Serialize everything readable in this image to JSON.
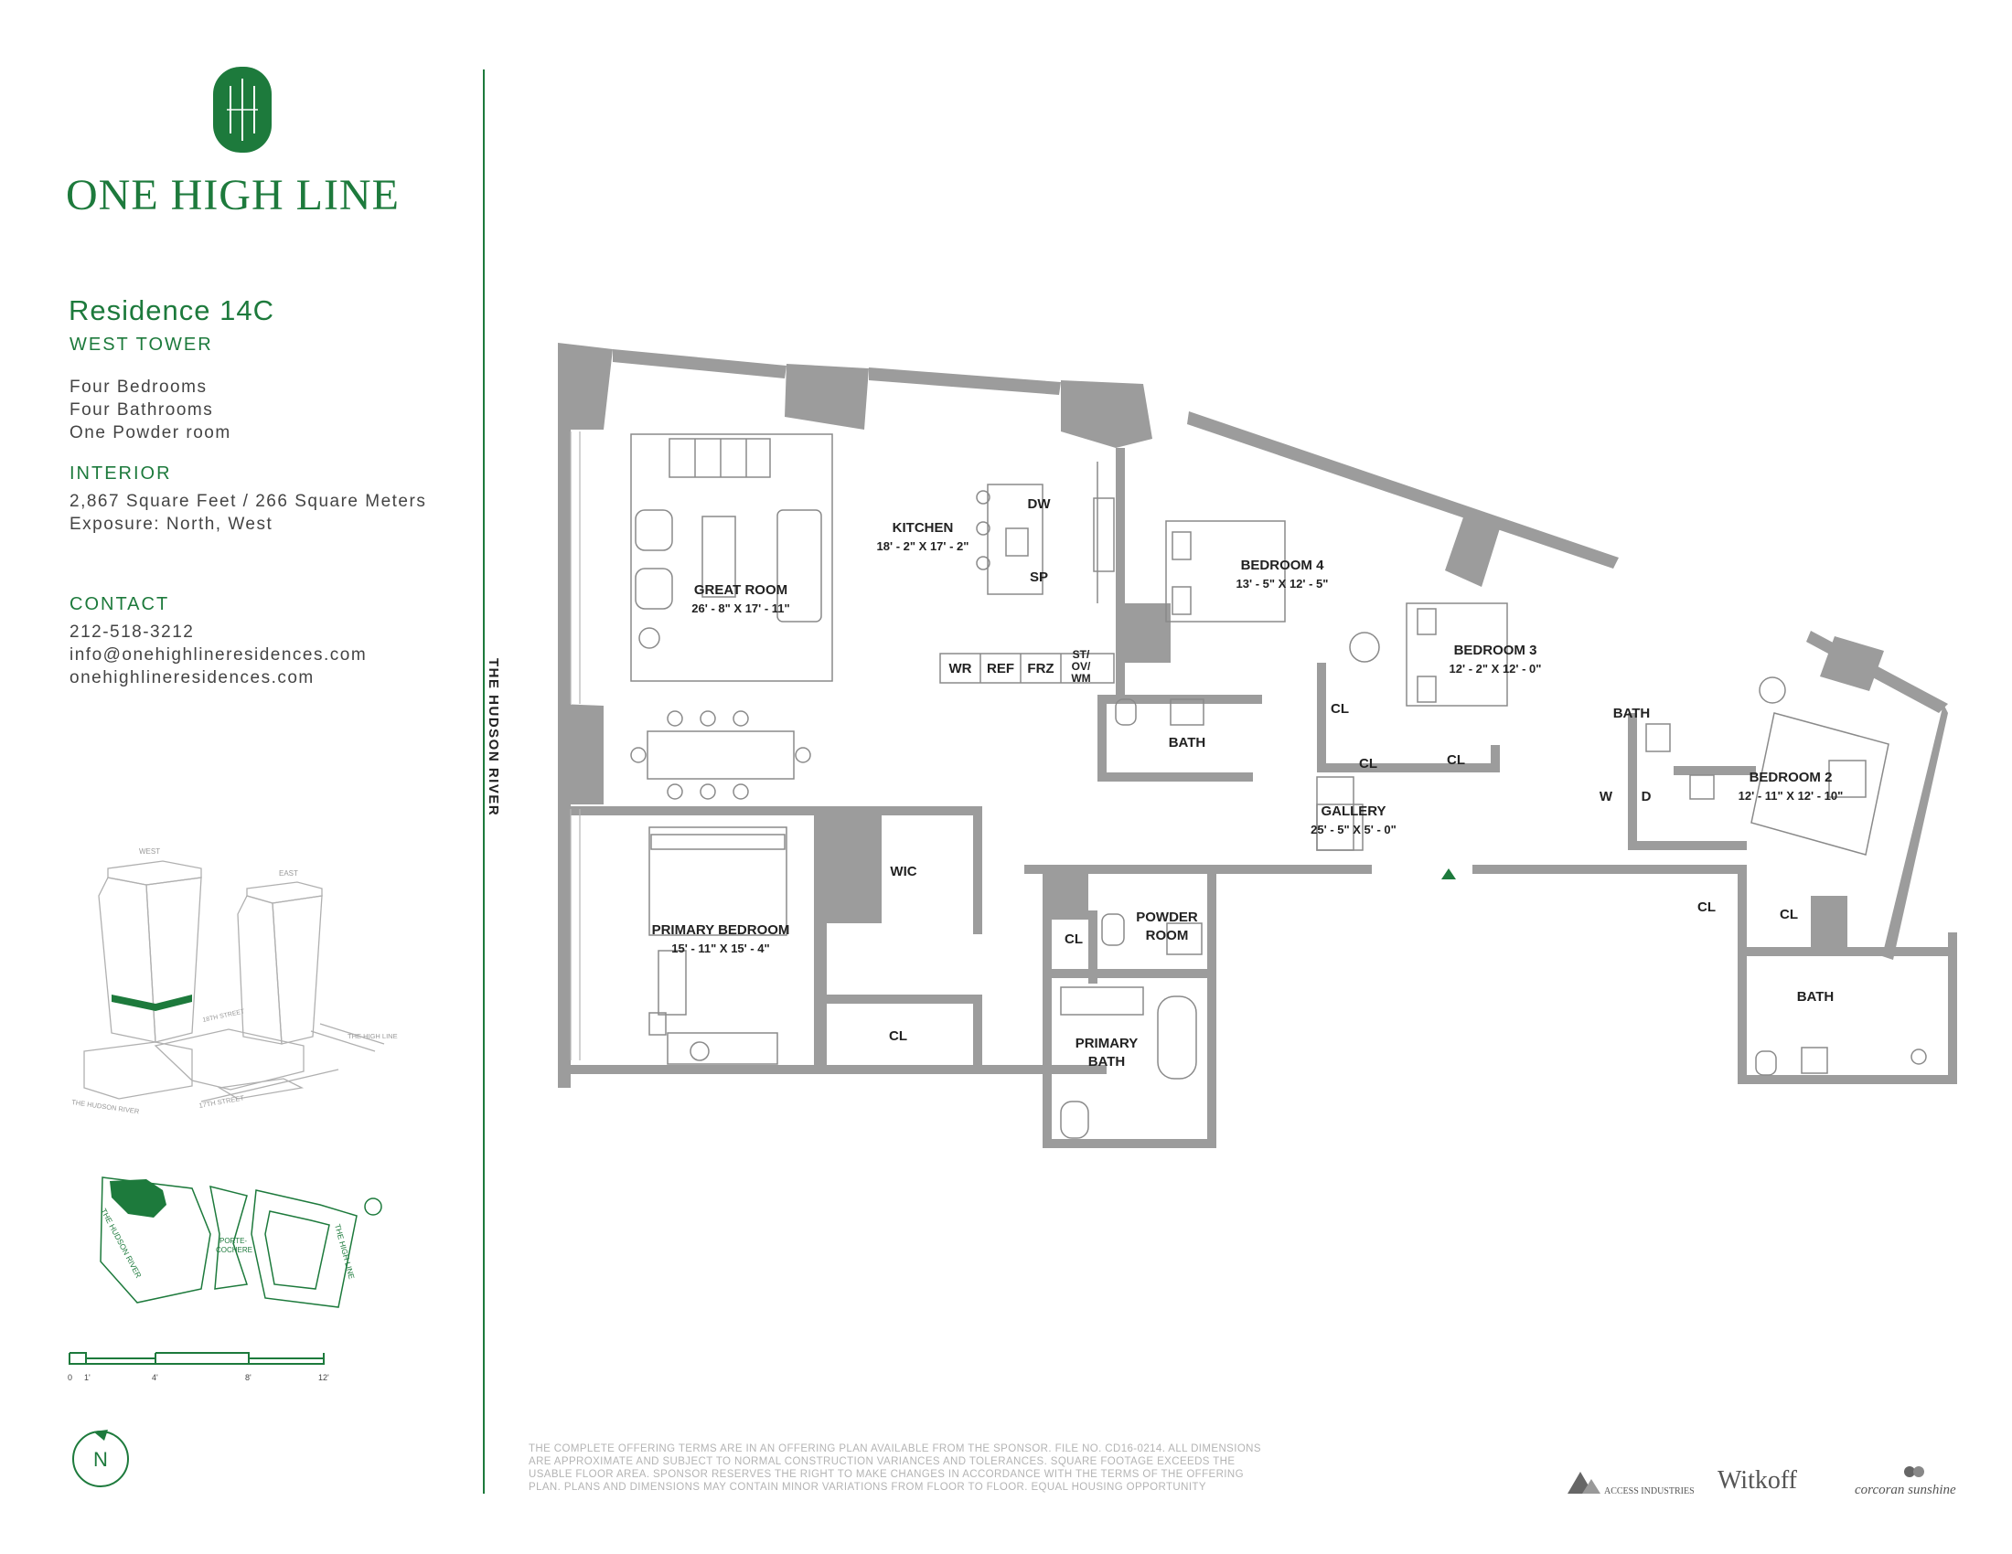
{
  "brand": {
    "name": "ONE HIGH LINE",
    "logo_icon": "one-high-line-monogram"
  },
  "residence": {
    "title": "Residence 14C",
    "tower": "WEST TOWER",
    "features": [
      "Four Bedrooms",
      "Four Bathrooms",
      "One Powder room"
    ]
  },
  "interior": {
    "heading": "INTERIOR",
    "area": "2,867 Square Feet / 266 Square Meters",
    "exposure": "Exposure: North, West"
  },
  "contact": {
    "heading": "CONTACT",
    "phone": "212-518-3212",
    "email": "info@onehighlineresidences.com",
    "website": "onehighlineresidences.com"
  },
  "axonometric": {
    "west": "WEST",
    "east": "EAST",
    "street_18": "18TH STREET",
    "street_17": "17TH STREET",
    "high_line": "THE HIGH LINE",
    "hudson": "THE HUDSON RIVER"
  },
  "site_plan": {
    "hudson": "THE HUDSON RIVER",
    "porte": "PORTE-",
    "cochere": "COCHERE",
    "high_line": "THE HIGH LINE"
  },
  "scale": {
    "ticks": [
      "0",
      "1'",
      "4'",
      "8'",
      "12'"
    ]
  },
  "compass": {
    "label": "N"
  },
  "river_label": "THE HUDSON RIVER",
  "rooms": {
    "great_room": {
      "name": "GREAT ROOM",
      "dim": "26' - 8\" X 17' - 11\""
    },
    "kitchen": {
      "name": "KITCHEN",
      "dim": "18' - 2\" X 17' - 2\""
    },
    "bedroom4": {
      "name": "BEDROOM 4",
      "dim": "13' - 5\" X 12' - 5\""
    },
    "bedroom3": {
      "name": "BEDROOM 3",
      "dim": "12' - 2\" X 12' - 0\""
    },
    "bedroom2": {
      "name": "BEDROOM 2",
      "dim": "12' - 11\" X 12' - 10\""
    },
    "primary_bedroom": {
      "name": "PRIMARY BEDROOM",
      "dim": "15' - 11\" X 15' - 4\""
    },
    "gallery": {
      "name": "GALLERY",
      "dim": "25' - 5\" X 5' - 0\""
    },
    "powder": {
      "line1": "POWDER",
      "line2": "ROOM"
    },
    "primary_bath": {
      "line1": "PRIMARY",
      "line2": "BATH"
    },
    "bath": "BATH",
    "wic": "WIC",
    "cl": "CL",
    "washer": "W",
    "dryer": "D",
    "dw": "DW",
    "sp": "SP",
    "wr": "WR",
    "ref": "REF",
    "frz": "FRZ",
    "st1": "ST/",
    "st2": "OV/",
    "st3": "WM"
  },
  "disclaimer": "THE COMPLETE OFFERING TERMS ARE IN AN OFFERING PLAN AVAILABLE FROM THE SPONSOR. FILE NO. CD16-0214. ALL DIMENSIONS ARE APPROXIMATE AND SUBJECT TO NORMAL CONSTRUCTION VARIANCES AND TOLERANCES. SQUARE FOOTAGE EXCEEDS THE USABLE FLOOR AREA. SPONSOR RESERVES THE RIGHT TO MAKE CHANGES IN ACCORDANCE WITH THE TERMS OF THE OFFERING PLAN. PLANS AND DIMENSIONS MAY CONTAIN MINOR VARIATIONS FROM FLOOR TO FLOOR. EQUAL HOUSING OPPORTUNITY",
  "partners": {
    "access": "ACCESS INDUSTRIES",
    "witkoff": "Witkoff",
    "corcoran": "corcoran sunshine"
  },
  "colors": {
    "brand_green": "#1d7a3c",
    "wall_gray": "#9c9c9c",
    "line_gray": "#8a8a8a"
  }
}
